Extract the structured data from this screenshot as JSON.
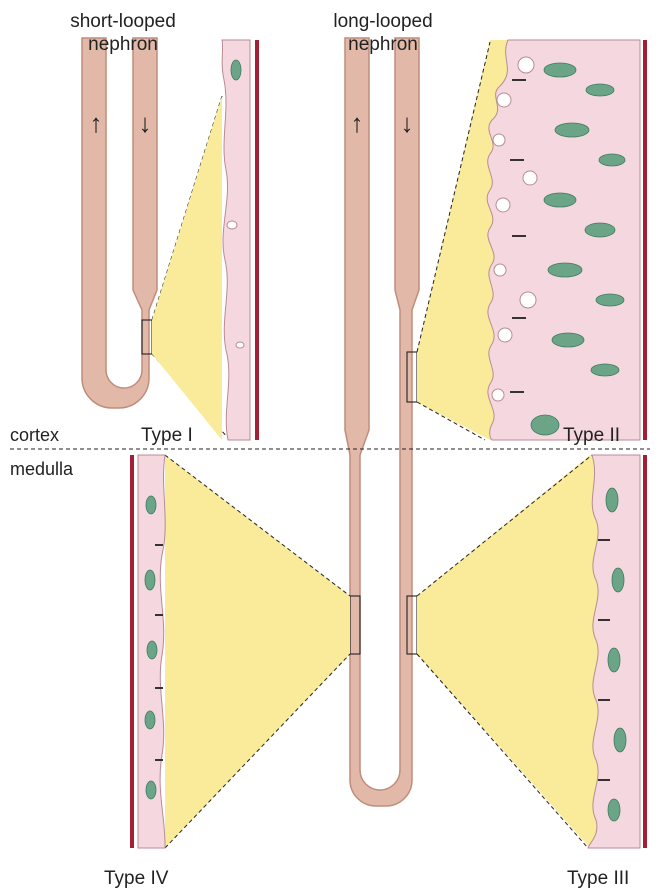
{
  "labels": {
    "short_looped": [
      "short-looped",
      "nephron"
    ],
    "long_looped": [
      "long-looped",
      "nephron"
    ],
    "cortex": "cortex",
    "medulla": "medulla",
    "type_i": "Type I",
    "type_ii": "Type II",
    "type_iii": "Type III",
    "type_iv": "Type IV"
  },
  "flow_arrows": {
    "short_up": "↑",
    "short_down": "↓",
    "long_up": "↑",
    "long_down": "↓"
  },
  "colors": {
    "tubule": "#e2b9a8",
    "lumen": "#f9eb9a",
    "epithelium": "#f5d8df",
    "mitochondria": "#6ca488",
    "blood_vessel": "#a31f34"
  }
}
